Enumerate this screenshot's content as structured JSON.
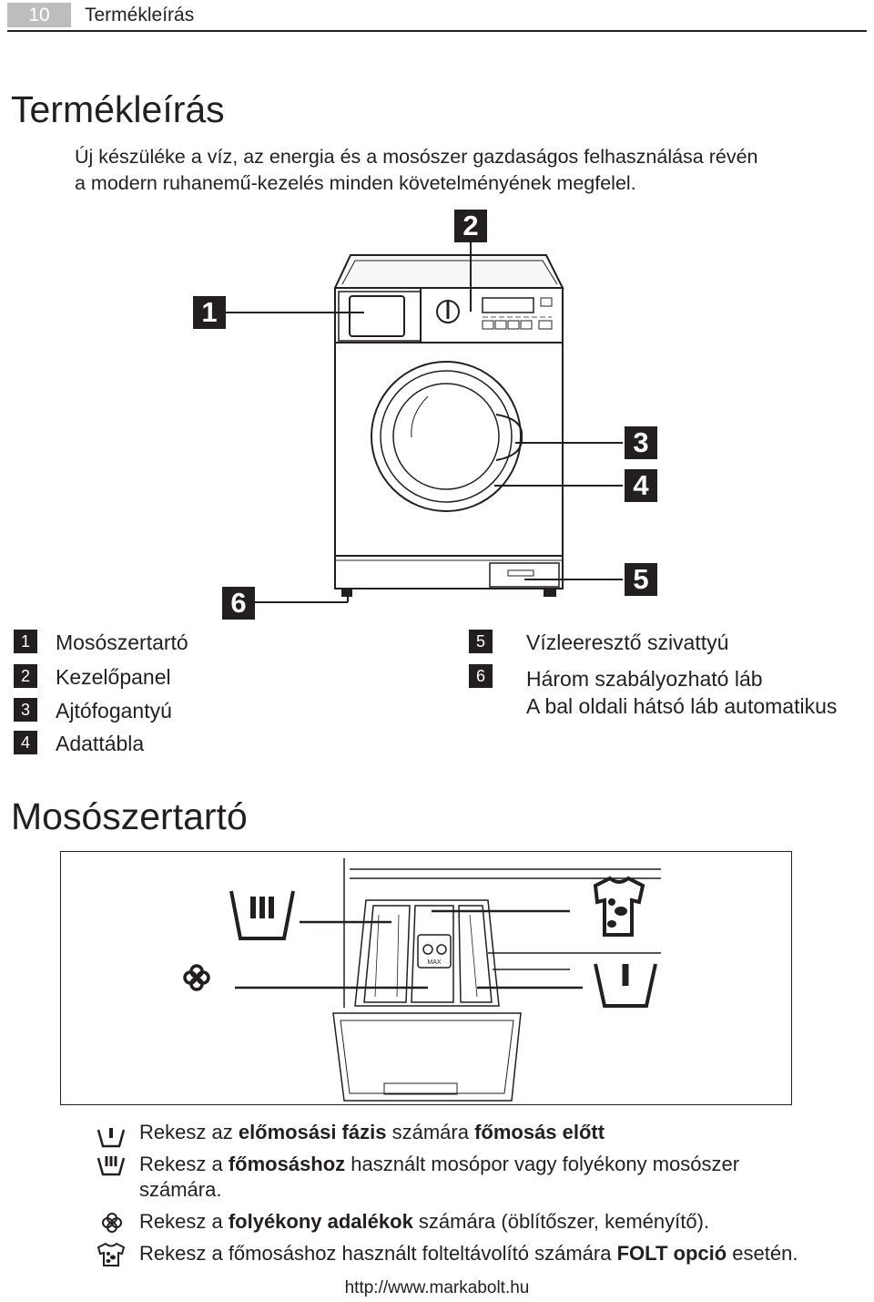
{
  "header": {
    "page_number": "10",
    "section": "Termékleírás"
  },
  "title": "Termékleírás",
  "intro": {
    "line1": "Új készüléke  a víz, az energia és a mosószer gazdaságos felhasználása révén",
    "line2": "a modern ruhanemű-kezelés minden követelményének megfelel."
  },
  "callouts": [
    "1",
    "2",
    "3",
    "4",
    "5",
    "6"
  ],
  "legend_left": [
    {
      "num": "1",
      "label": "Mosószertartó"
    },
    {
      "num": "2",
      "label": "Kezelőpanel"
    },
    {
      "num": "3",
      "label": "Ajtófogantyú"
    },
    {
      "num": "4",
      "label": "Adattábla"
    }
  ],
  "legend_right": [
    {
      "num": "5",
      "label": "Vízleeresztő szivattyú"
    },
    {
      "num": "6",
      "label": "Három szabályozható láb"
    },
    {
      "num": "",
      "label": "A bal oldali hátsó láb automatikus"
    }
  ],
  "dispenser_title": "Mosószertartó",
  "dispenser_max_label": "MAX",
  "dispenser_items": [
    {
      "icon": "prewash-compartment-icon",
      "parts": [
        {
          "t": "Rekesz az ",
          "b": false
        },
        {
          "t": "előmosási fázis",
          "b": true
        },
        {
          "t": " számára ",
          "b": false
        },
        {
          "t": "főmosás előtt",
          "b": true
        }
      ]
    },
    {
      "icon": "mainwash-compartment-icon",
      "parts": [
        {
          "t": "Rekesz a ",
          "b": false
        },
        {
          "t": "főmosáshoz",
          "b": true
        },
        {
          "t": " használt mosópor vagy folyékony mosószer",
          "b": false
        }
      ],
      "continuation": "számára."
    },
    {
      "icon": "softener-flower-icon",
      "parts": [
        {
          "t": "Rekesz a ",
          "b": false
        },
        {
          "t": "folyékony adalékok",
          "b": true
        },
        {
          "t": " számára (öblítőszer, keményítő).",
          "b": false
        }
      ]
    },
    {
      "icon": "stain-shirt-icon",
      "parts": [
        {
          "t": "Rekesz a főmosáshoz használt folteltávolító számára  ",
          "b": false
        },
        {
          "t": "FOLT opció",
          "b": true
        },
        {
          "t": " esetén.",
          "b": false
        }
      ]
    }
  ],
  "footer_url": "http://www.markabolt.hu"
}
